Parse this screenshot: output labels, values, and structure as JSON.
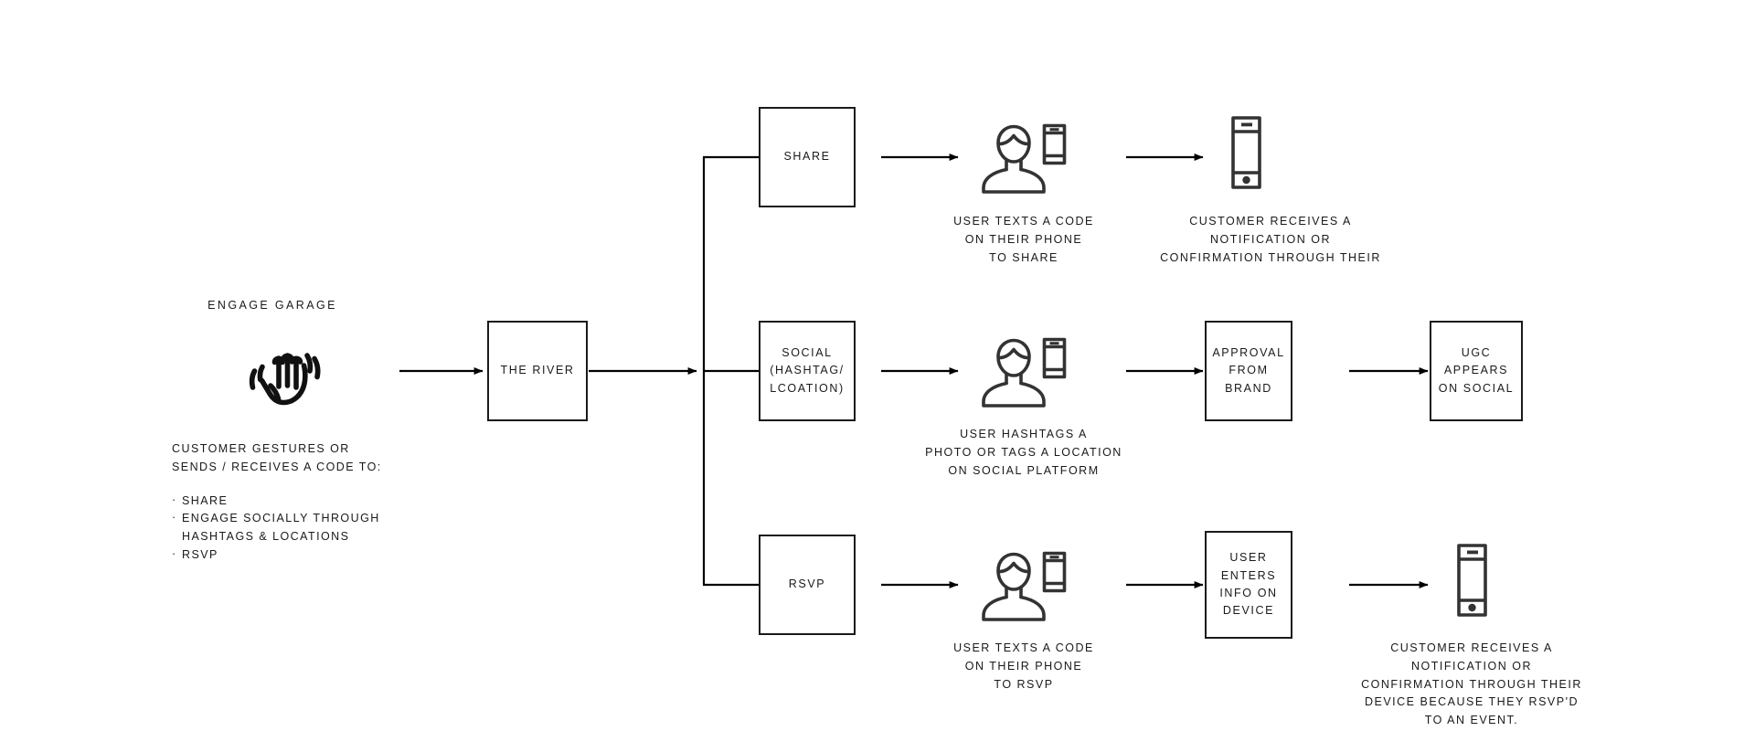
{
  "diagram": {
    "title": "ENGAGE GARAGE",
    "intro": {
      "lead": "CUSTOMER GESTURES OR\nSENDS / RECEIVES A CODE TO:",
      "bullets": [
        "SHARE",
        "ENGAGE SOCIALLY THROUGH\nHASHTAGS & LOCATIONS",
        "RSVP"
      ]
    },
    "hub": {
      "label": "THE RIVER"
    },
    "branches": [
      {
        "label": "SHARE"
      },
      {
        "label": "SOCIAL\n(HASHTAG/\nLCOATION)"
      },
      {
        "label": "RSVP"
      }
    ],
    "row_share": {
      "person_caption": "USER TEXTS A CODE\nON THEIR PHONE\nTO SHARE",
      "phone_caption": "CUSTOMER RECEIVES A\nNOTIFICATION OR\nCONFIRMATION THROUGH THEIR"
    },
    "row_social": {
      "person_caption": "USER HASHTAGS A\nPHOTO OR TAGS A LOCATION\nON SOCIAL PLATFORM",
      "approval_box": "APPROVAL\nFROM\nBRAND",
      "ugc_box": "UGC\nAPPEARS\nON SOCIAL"
    },
    "row_rsvp": {
      "person_caption": "USER TEXTS A CODE\nON THEIR PHONE\nTO RSVP",
      "device_box": "USER\nENTERS\nINFO ON\nDEVICE",
      "phone_caption": "CUSTOMER RECEIVES A\nNOTIFICATION OR\nCONFIRMATION THROUGH THEIR\nDEVICE BECAUSE THEY RSVP'D\nTO AN EVENT."
    },
    "colors": {
      "ink": "#1a1a1a",
      "icon": "#333333",
      "background": "#ffffff"
    }
  }
}
